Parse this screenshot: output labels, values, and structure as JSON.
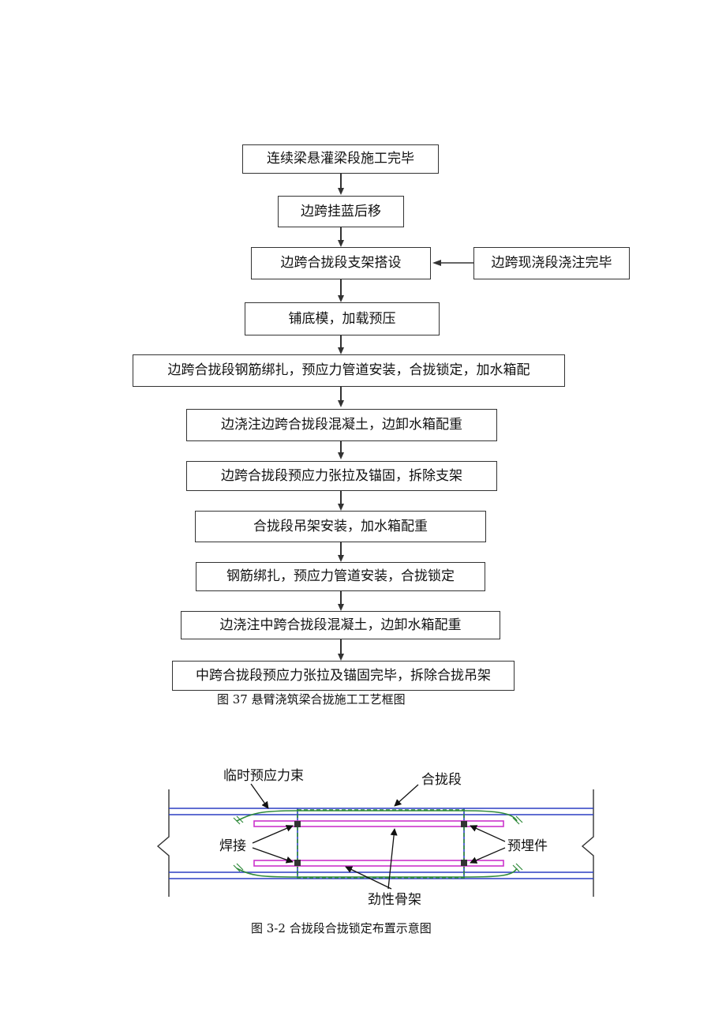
{
  "flowchart": {
    "steps": [
      "连续梁悬灌梁段施工完毕",
      "边跨挂蓝后移",
      "边跨合拢段支架搭设",
      "铺底模，加载预压",
      "边跨合拢段钢筋绑扎，预应力管道安装，合拢锁定，加水箱配",
      "边浇注边跨合拢段混凝土，边卸水箱配重",
      "边跨合拢段预应力张拉及锚固，拆除支架",
      "合拢段吊架安装，加水箱配重",
      "钢筋绑扎，预应力管道安装，合拢锁定",
      "边浇注中跨合拢段混凝土，边卸水箱配重",
      "中跨合拢段预应力张拉及锚固完毕，拆除合拢吊架"
    ],
    "side_step": "边跨现浇段浇注完毕",
    "caption": "图 37 悬臂浇筑梁合拢施工工艺框图"
  },
  "closure_diagram": {
    "labels": {
      "temp_tendon": "临时预应力束",
      "closure_segment": "合拢段",
      "weld": "焊接",
      "embedded_part": "预埋件",
      "stiff_skeleton": "劲性骨架"
    },
    "caption": "图 3-2 合拢段合拢锁定布置示意图",
    "colors": {
      "beam_lines": "#2b3fc4",
      "tendon": "#2f8a3a",
      "skeleton": "#cc33cc",
      "closure_outline": "#2f8a3a"
    }
  }
}
